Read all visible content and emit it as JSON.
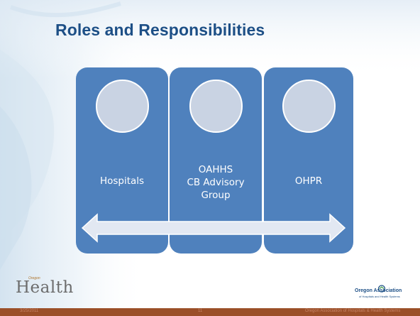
{
  "slide": {
    "title": "Roles and Responsibilities"
  },
  "diagram": {
    "panels": [
      {
        "id": "hospitals",
        "label_lines": [
          "Hospitals"
        ]
      },
      {
        "id": "oahhs",
        "label_lines": [
          "OAHHS",
          "CB Advisory",
          "Group"
        ]
      },
      {
        "id": "ohpr",
        "label_lines": [
          "OHPR"
        ]
      }
    ],
    "connector": "double-headed-arrow"
  },
  "logos": {
    "left": {
      "word": "Health",
      "small": "Oregon",
      "icon": "oregon-health-logo"
    },
    "right": {
      "line1": "Oregon Association",
      "line2": "of Hospitals and Health Systems",
      "icon": "oahhs-logo"
    }
  },
  "footer": {
    "date": "3/25/2011",
    "page": "11",
    "org": "Oregon Association of Hospitals & Health Systems"
  },
  "colors": {
    "title": "#1d4f86",
    "panel": "#4f81bd",
    "circle": "#c9d3e3",
    "arrow": "#e2e8f2",
    "footer_bar": "#9b4f28"
  }
}
